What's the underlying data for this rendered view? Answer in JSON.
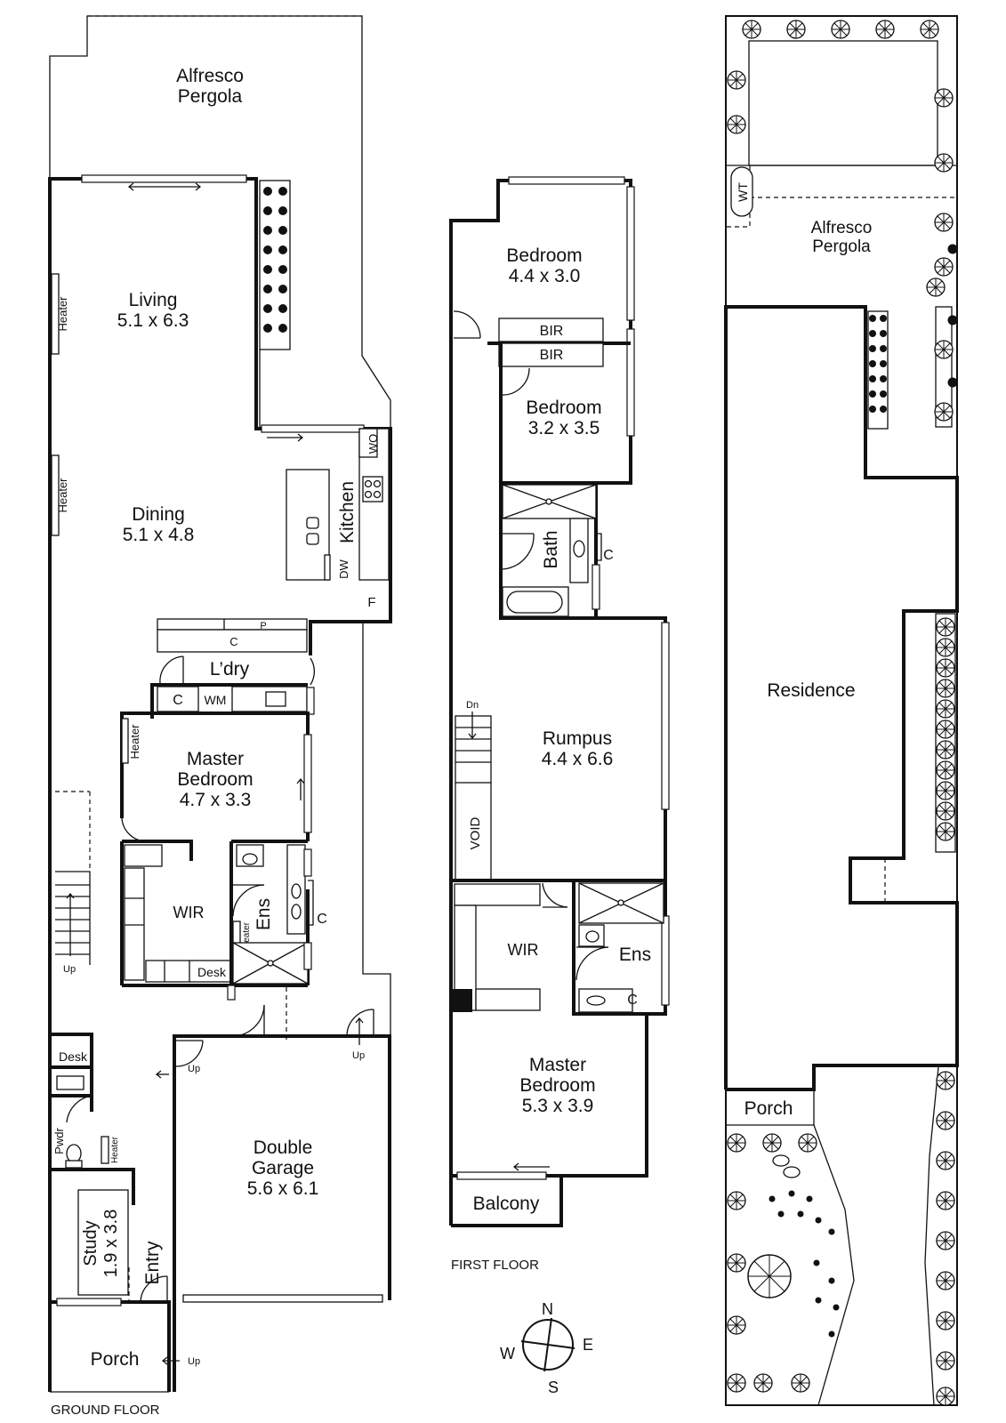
{
  "ground_floor": {
    "caption": "GROUND FLOOR",
    "rooms": {
      "alfresco_l1": "Alfresco",
      "alfresco_l2": "Pergola",
      "living_name": "Living",
      "living_dim": "5.1 x 6.3",
      "dining_name": "Dining",
      "dining_dim": "5.1 x 4.8",
      "kitchen": "Kitchen",
      "laundry": "L’dry",
      "master_l1": "Master",
      "master_l2": "Bedroom",
      "master_dim": "4.7 x 3.3",
      "wir": "WIR",
      "ens": "Ens",
      "garage_l1": "Double",
      "garage_l2": "Garage",
      "garage_dim": "5.6 x 6.1",
      "study_name": "Study",
      "study_dim": "1.9 x 3.8",
      "entry": "Entry",
      "porch": "Porch"
    },
    "fixtures": {
      "heater": "Heater",
      "wo": "WO",
      "dw": "DW",
      "f": "F",
      "p": "P",
      "c": "C",
      "wm": "WM",
      "desk": "Desk",
      "pwdr": "Pwdr",
      "up": "Up"
    }
  },
  "first_floor": {
    "caption": "FIRST FLOOR",
    "rooms": {
      "bed1_name": "Bedroom",
      "bed1_dim": "4.4 x 3.0",
      "bed2_name": "Bedroom",
      "bed2_dim": "3.2 x 3.5",
      "bath": "Bath",
      "rumpus_name": "Rumpus",
      "rumpus_dim": "4.4 x 6.6",
      "void": "VOID",
      "wir": "WIR",
      "ens": "Ens",
      "master_l1": "Master",
      "master_l2": "Bedroom",
      "master_dim": "5.3 x 3.9",
      "balcony": "Balcony"
    },
    "fixtures": {
      "bir": "BIR",
      "c": "C",
      "dn": "Dn"
    }
  },
  "site_plan": {
    "alfresco_l1": "Alfresco",
    "alfresco_l2": "Pergola",
    "wt": "WT",
    "residence": "Residence",
    "porch": "Porch"
  },
  "compass": {
    "n": "N",
    "e": "E",
    "s": "S",
    "w": "W"
  }
}
